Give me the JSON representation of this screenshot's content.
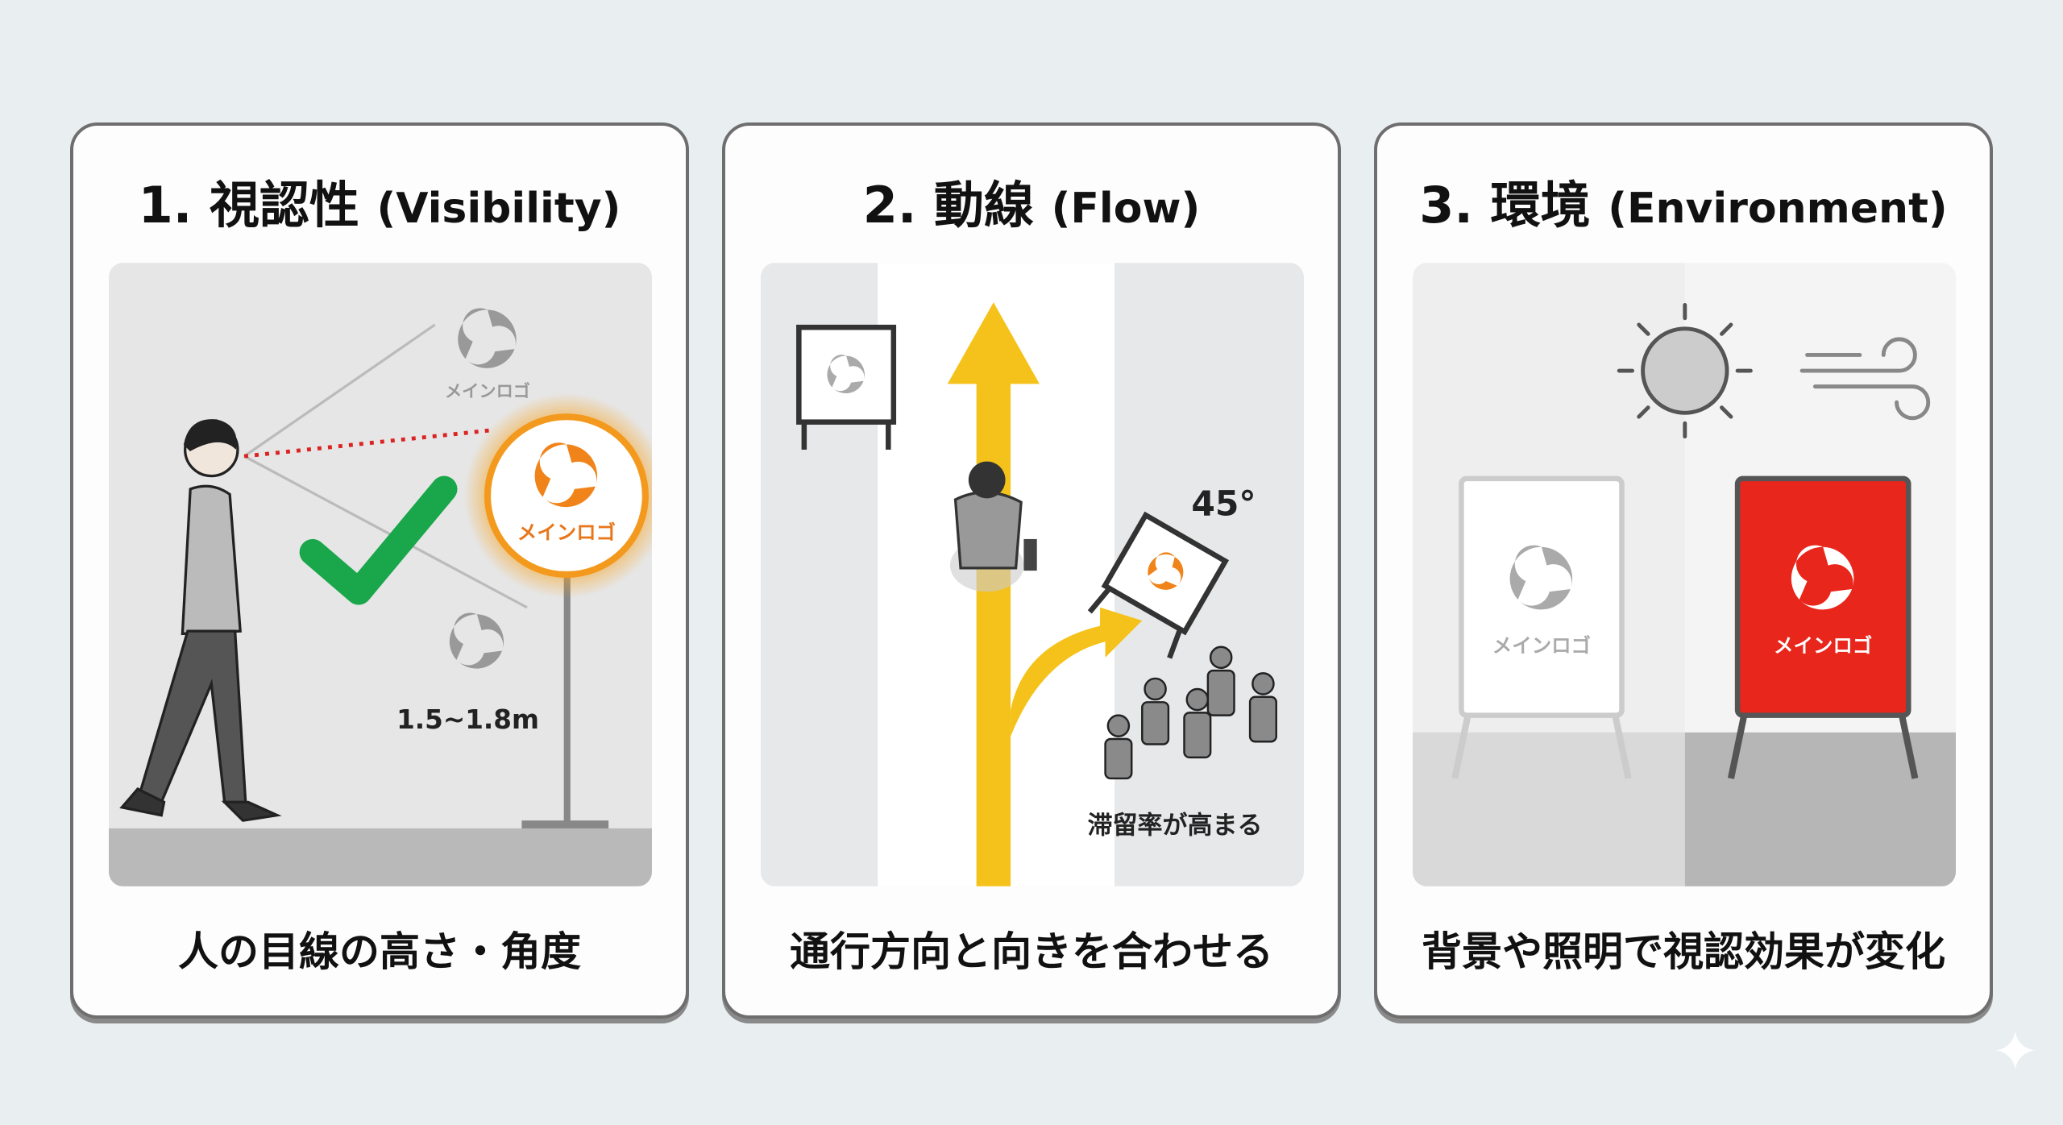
{
  "panels": [
    {
      "number": "1.",
      "title": "視認性",
      "title_en": "(Visibility)",
      "caption": "人の目線の高さ・角度",
      "labels": {
        "logo_top": "メインロゴ",
        "logo_main": "メインロゴ",
        "height": "1.5~1.8m"
      }
    },
    {
      "number": "2.",
      "title": "動線",
      "title_en": "(Flow)",
      "caption": "通行方向と向きを合わせる",
      "labels": {
        "angle": "45°",
        "crowd": "滞留率が高まる"
      }
    },
    {
      "number": "3.",
      "title": "環境",
      "title_en": "(Environment)",
      "caption": "背景や照明で視認効果が変化",
      "labels": {
        "logo_white": "メインロゴ",
        "logo_red": "メインロゴ"
      }
    }
  ],
  "colors": {
    "accent_orange": "#f39a1e",
    "check_green": "#1aa64a",
    "arrow_yellow": "#f5c21b",
    "sign_red": "#e8261c"
  }
}
